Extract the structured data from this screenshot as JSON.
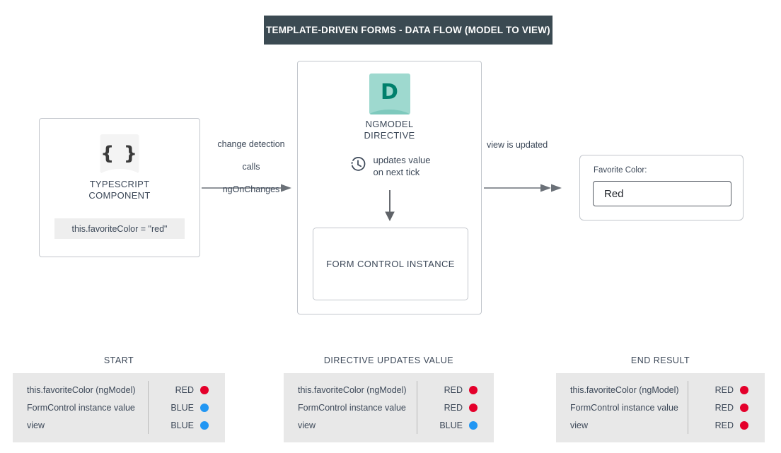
{
  "banner": {
    "title": "TEMPLATE-DRIVEN FORMS - DATA FLOW (MODEL TO VIEW)",
    "background": "#3b4a52",
    "text_color": "#ffffff"
  },
  "nodes": {
    "typescript_component": {
      "icon": "braces-icon",
      "icon_glyph": "{ }",
      "caption": "TYPESCRIPT\nCOMPONENT",
      "caption_line1": "TYPESCRIPT",
      "caption_line2": "COMPONENT",
      "code_snippet": "this.favoriteColor = \"red\""
    },
    "ngmodel_directive": {
      "icon": "directive-icon",
      "icon_glyph": "D",
      "icon_background": "#9ed9cf",
      "icon_letter_color": "#00806c",
      "caption_line1": "NGMODEL",
      "caption_line2": "DIRECTIVE",
      "tick_icon": "clock-icon",
      "tick_label_line1": "updates value",
      "tick_label_line2": "on next tick",
      "inner_box_label": "FORM CONTROL INSTANCE"
    },
    "view": {
      "field_label": "Favorite Color:",
      "field_value": "Red"
    }
  },
  "edges": {
    "model_to_directive": {
      "label_line1": "change detection",
      "label_line2": "calls",
      "label_line3": "ngOnChanges"
    },
    "directive_to_view": {
      "label": "view is updated"
    }
  },
  "colors": {
    "red": "#e4002b",
    "blue": "#2196f3",
    "panel_border": "#c2c6cc",
    "table_background": "#e8e8e8"
  },
  "state_tables": [
    {
      "id": "start",
      "title": "START",
      "rows": [
        {
          "key": "this.favoriteColor (ngModel)",
          "value": "RED",
          "color": "#e4002b"
        },
        {
          "key": "FormControl instance value",
          "value": "BLUE",
          "color": "#2196f3"
        },
        {
          "key": "view",
          "value": "BLUE",
          "color": "#2196f3"
        }
      ]
    },
    {
      "id": "middle",
      "title": "DIRECTIVE UPDATES VALUE",
      "rows": [
        {
          "key": "this.favoriteColor (ngModel)",
          "value": "RED",
          "color": "#e4002b"
        },
        {
          "key": "FormControl instance value",
          "value": "RED",
          "color": "#e4002b"
        },
        {
          "key": "view",
          "value": "BLUE",
          "color": "#2196f3"
        }
      ]
    },
    {
      "id": "end",
      "title": "END RESULT",
      "rows": [
        {
          "key": "this.favoriteColor (ngModel)",
          "value": "RED",
          "color": "#e4002b"
        },
        {
          "key": "FormControl instance value",
          "value": "RED",
          "color": "#e4002b"
        },
        {
          "key": "view",
          "value": "RED",
          "color": "#e4002b"
        }
      ]
    }
  ]
}
